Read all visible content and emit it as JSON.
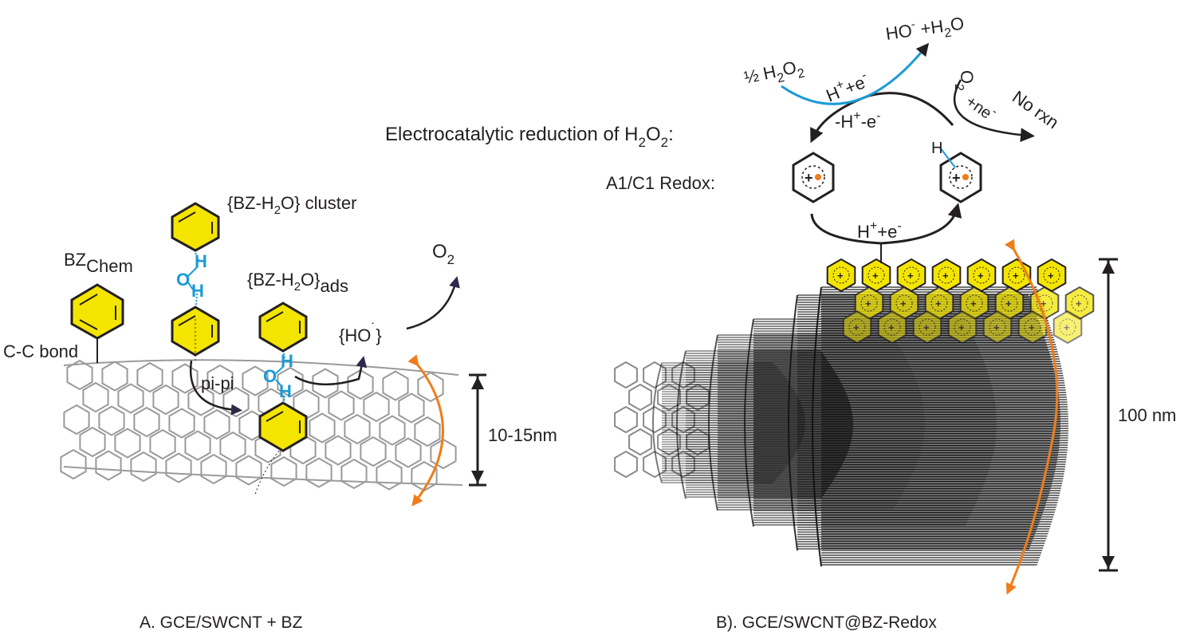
{
  "colors": {
    "text": "#231f20",
    "benzene_fill": "#f4e500",
    "hbond_blue": "#1c9ad6",
    "orange_arrow": "#ef7d1a",
    "nanotube_lattice": "#9a9a9a",
    "arrow_head_navy": "#2b2a4a"
  },
  "panel_a": {
    "caption": "A. GCE/SWCNT + BZ",
    "bz_chem_main": "BZ",
    "bz_chem_sub": "Chem",
    "cc_bond": "C-C bond",
    "cluster_pre": "{BZ-H",
    "cluster_sub": "2",
    "cluster_post": "O} cluster",
    "ads_pre": "{BZ-H",
    "ads_sub": "2",
    "ads_mid": "O}",
    "ads_tail": "ads",
    "pipi": "pi-pi",
    "hydroxyl_pre": "{HO",
    "hydroxyl_dot": "˙",
    "hydroxyl_post": "}",
    "o2_main": "O",
    "o2_sub": "2",
    "atom_h": "H",
    "atom_o": "O",
    "scale": "10-15nm"
  },
  "panel_b": {
    "caption": "B).  GCE/SWCNT@BZ-Redox",
    "title_pre": "Electrocatalytic reduction of H",
    "title_sub1": "2",
    "title_mid": "O",
    "title_sub2": "2",
    "title_post": ":",
    "redox_label": "A1/C1 Redox:",
    "half_h2o2": "½ H",
    "half_sub1": "2",
    "half_o": "O",
    "half_sub2": "2",
    "product_ho": "HO",
    "product_minus": "-",
    "product_water": " +H",
    "product_sub": "2",
    "product_o": "O",
    "hplus_e": "H",
    "plus_sup": "+",
    "e_text": "+e",
    "minus_sup": "-",
    "rev_pre": "-H",
    "rev_sup": "+",
    "rev_post": "-e",
    "rev_sup2": "-",
    "o2_main": "O",
    "o2_sub": "2",
    "ne_text": "+ne",
    "ne_sup": "-",
    "no_rxn": "No rxn",
    "bottom_h": "H",
    "bottom_plus": "+",
    "bottom_e": "+e",
    "bottom_minus": "-",
    "h_label": "H",
    "scale": "100 nm"
  }
}
